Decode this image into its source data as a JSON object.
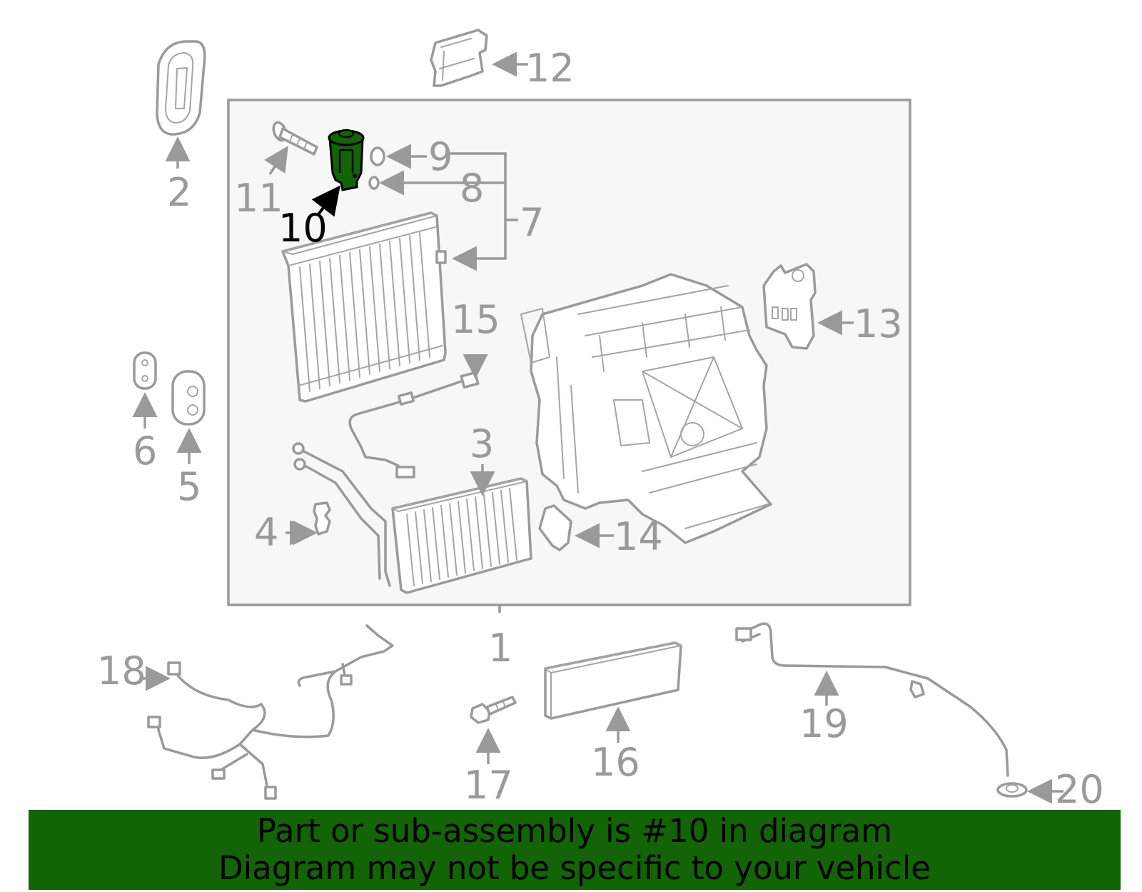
{
  "colors": {
    "banner_bg": "#136307",
    "highlight_part": "#136307",
    "line_gray": "#9a9a9a",
    "frame_bg": "#f7f7f7"
  },
  "callouts": [
    {
      "key": "c1",
      "label": "1"
    },
    {
      "key": "c2",
      "label": "2"
    },
    {
      "key": "c3",
      "label": "3"
    },
    {
      "key": "c4",
      "label": "4"
    },
    {
      "key": "c5",
      "label": "5"
    },
    {
      "key": "c6",
      "label": "6"
    },
    {
      "key": "c7",
      "label": "7"
    },
    {
      "key": "c8",
      "label": "8"
    },
    {
      "key": "c9",
      "label": "9"
    },
    {
      "key": "c10",
      "label": "10",
      "highlighted": true
    },
    {
      "key": "c11",
      "label": "11"
    },
    {
      "key": "c12",
      "label": "12"
    },
    {
      "key": "c13",
      "label": "13"
    },
    {
      "key": "c14",
      "label": "14"
    },
    {
      "key": "c15",
      "label": "15"
    },
    {
      "key": "c16",
      "label": "16"
    },
    {
      "key": "c17",
      "label": "17"
    },
    {
      "key": "c18",
      "label": "18"
    },
    {
      "key": "c19",
      "label": "19"
    },
    {
      "key": "c20",
      "label": "20"
    }
  ],
  "banner": {
    "line1": "Part or sub-assembly is #10 in diagram",
    "line2": "Diagram may not be specific to your vehicle"
  }
}
